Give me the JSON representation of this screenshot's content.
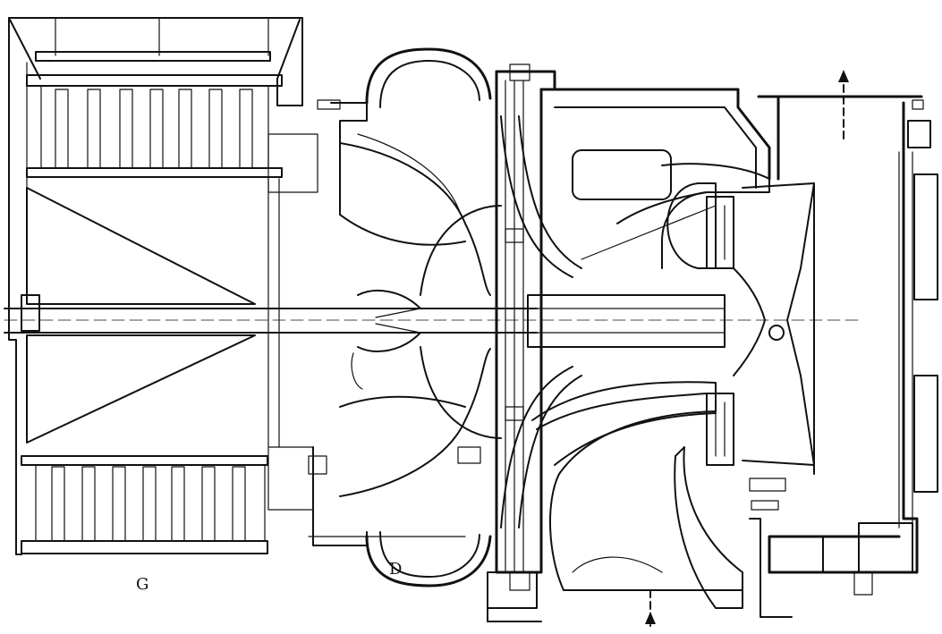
{
  "diagram": {
    "labels": [
      {
        "id": "label-left",
        "text": "G"
      },
      {
        "id": "label-center",
        "text": "D"
      }
    ],
    "colors": {
      "ink": "#111111",
      "paper": "#ffffff"
    },
    "icons": [
      "arrow-up-icon",
      "arrow-up-icon"
    ]
  }
}
